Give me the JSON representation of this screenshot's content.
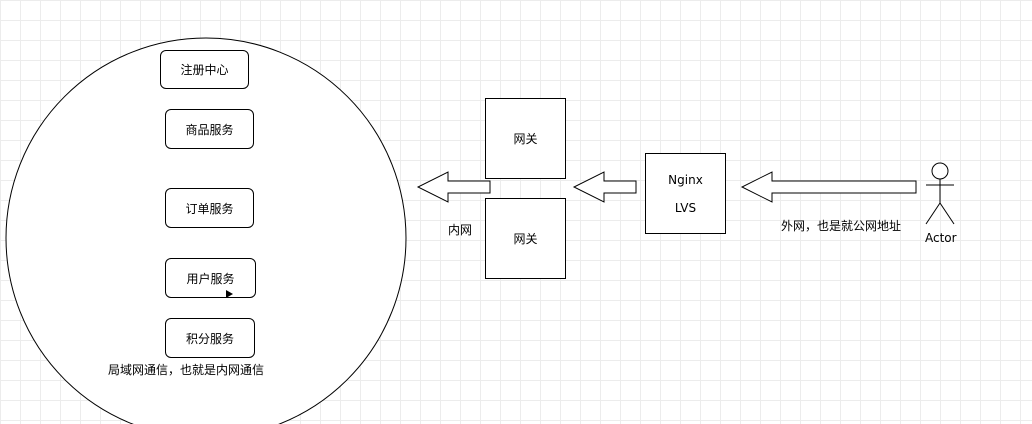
{
  "services": {
    "registry": "注册中心",
    "product": "商品服务",
    "order": "订单服务",
    "user": "用户服务",
    "points": "积分服务"
  },
  "lan_label": "局域网通信，也就是内网通信",
  "gateway_top": "网关",
  "gateway_bottom": "网关",
  "intranet_label": "内网",
  "nginx": {
    "line1": "Nginx",
    "line2": "LVS"
  },
  "external_label": "外网，也是就公网地址",
  "actor_label": "Actor"
}
